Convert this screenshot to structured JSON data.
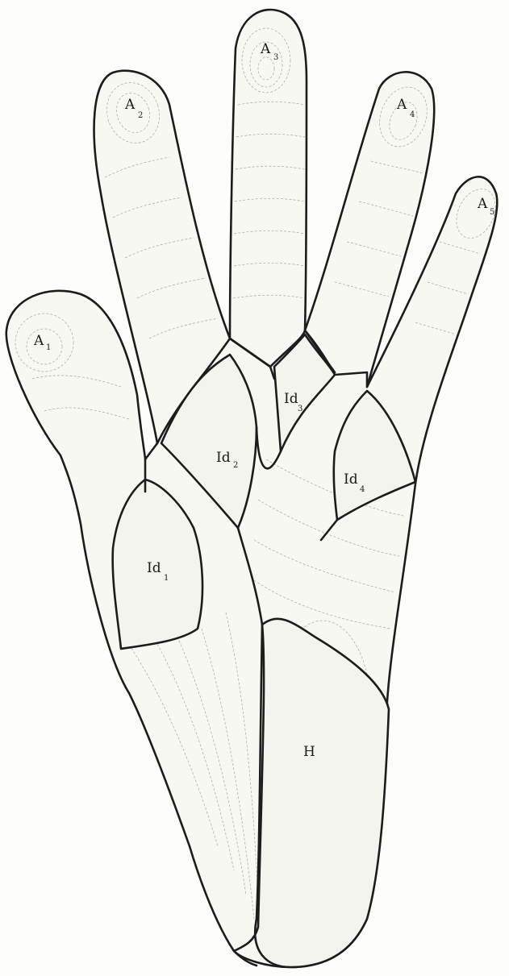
{
  "labels": {
    "A1": {
      "letter": "A",
      "sub": "1"
    },
    "A2": {
      "letter": "A",
      "sub": "2"
    },
    "A3": {
      "letter": "A",
      "sub": "3"
    },
    "A4": {
      "letter": "A",
      "sub": "4"
    },
    "A5": {
      "letter": "A",
      "sub": "5"
    },
    "Id1": {
      "letter": "Id",
      "sub": "1"
    },
    "Id2": {
      "letter": "Id",
      "sub": "2"
    },
    "Id3": {
      "letter": "Id",
      "sub": "3"
    },
    "Id4": {
      "letter": "Id",
      "sub": "4"
    },
    "H": {
      "letter": "H",
      "sub": ""
    }
  },
  "colors": {
    "ink": "#1c1c1c",
    "paper": "#fdfdfa",
    "hand_fill": "#f8f8f3",
    "ridge": "#8a8a84"
  }
}
